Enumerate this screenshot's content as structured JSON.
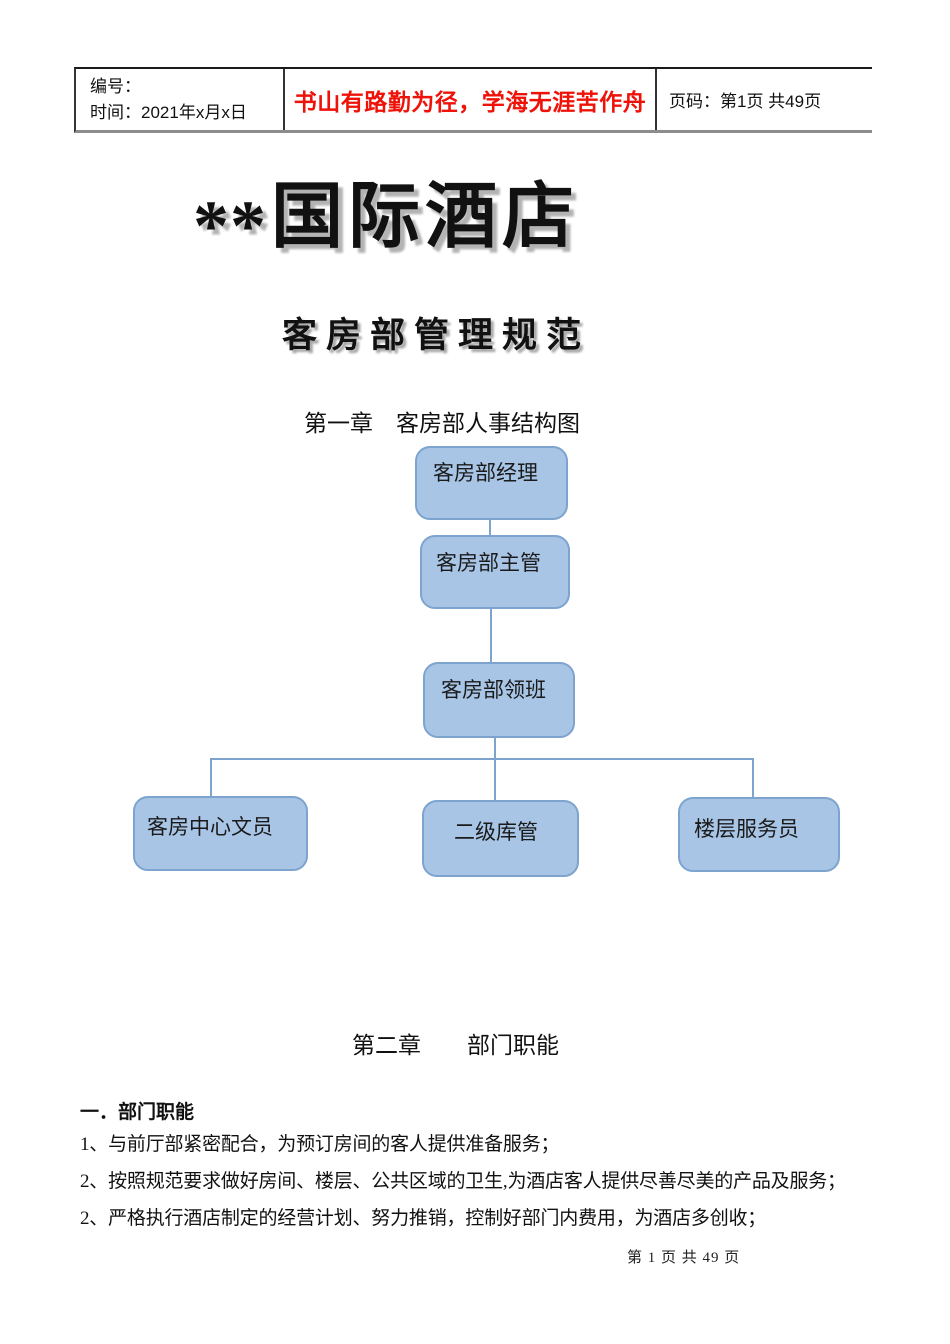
{
  "header": {
    "number_label": "编号：",
    "time_label": "时间：2021年x月x日",
    "motto": "书山有路勤为径，学海无涯苦作舟",
    "page_info": "页码：第1页 共49页"
  },
  "title": {
    "stars": "**",
    "name": "国际酒店"
  },
  "subtitle": "客房部管理规范",
  "chapter1_heading": "第一章　客房部人事结构图",
  "org_chart": {
    "manager": "客房部经理",
    "supervisor": "客房部主管",
    "foreman": "客房部领班",
    "clerk": "客房中心文员",
    "storekeeper": "二级库管",
    "floor_attendant": "楼层服务员"
  },
  "chapter2_heading": "第二章　　部门职能",
  "section_heading": "一．部门职能",
  "duties": [
    "1、与前厅部紧密配合，为预订房间的客人提供准备服务；",
    "2、按照规范要求做好房间、楼层、公共区域的卫生,为酒店客人提供尽善尽美的产品及服务；",
    "2、严格执行酒店制定的经营计划、努力推销，控制好部门内费用，为酒店多创收；"
  ],
  "footer": "第 1 页 共 49 页",
  "colors": {
    "box_fill": "#a8c5e6",
    "box_border": "#7da3cf",
    "motto": "#ee1208"
  }
}
